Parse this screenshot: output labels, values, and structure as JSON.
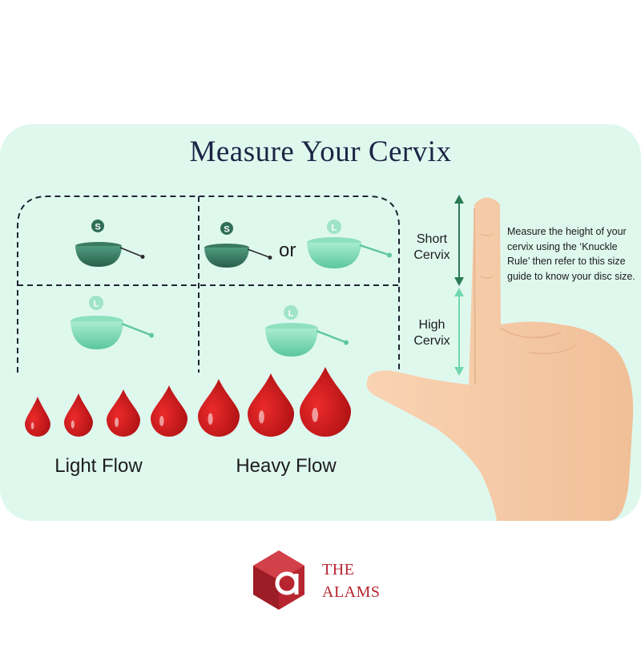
{
  "title": "Measure Your Cervix",
  "grid": {
    "cells": [
      {
        "id": "short-light",
        "badges": [
          "S"
        ]
      },
      {
        "id": "short-heavy",
        "badges": [
          "S",
          "L"
        ],
        "separator": "or"
      },
      {
        "id": "high-light",
        "badges": [
          "L"
        ]
      },
      {
        "id": "high-heavy",
        "badges": [
          "L"
        ]
      }
    ]
  },
  "cervix_labels": {
    "short_line1": "Short",
    "short_line2": "Cervix",
    "high_line1": "High",
    "high_line2": "Cervix"
  },
  "instruction": "Measure the height of your cervix using the ‘Knuckle Rule’ then refer to this size guide to know your disc size.",
  "flow_labels": {
    "light": "Light Flow",
    "heavy": "Heavy Flow"
  },
  "drops": {
    "count": 7,
    "color": "#c81417"
  },
  "colors": {
    "background_panel": "#dff8ee",
    "disc_small": "#2f6e57",
    "disc_large": "#72d6b0",
    "arrow": "#2b7a55",
    "title": "#1c2545",
    "skin": "#f6caa6",
    "brand": "#b72530"
  },
  "logo": {
    "line1": "THE",
    "line2": "ALAMS",
    "mark": "a"
  }
}
